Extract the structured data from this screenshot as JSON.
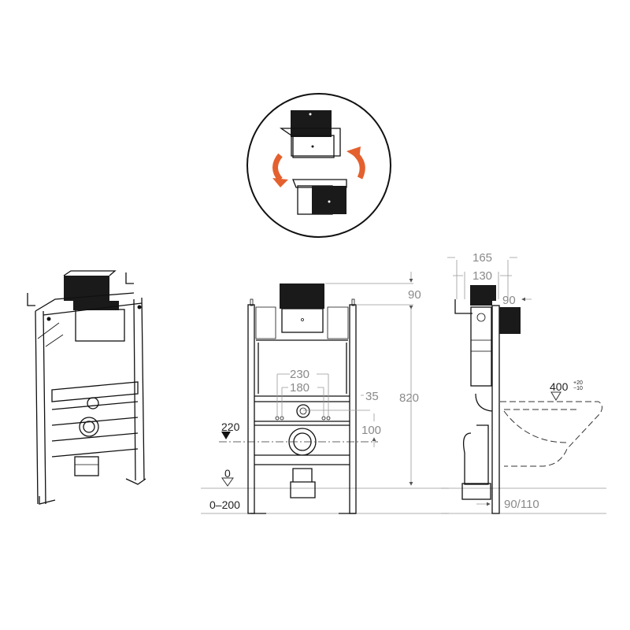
{
  "colors": {
    "arrow": "#e4602e",
    "line": "#111111",
    "dimension": "#8a8a8a"
  },
  "front_view": {
    "dim_top": "90",
    "dim_height": "820",
    "dim_outer": "230",
    "dim_inner": "180",
    "dim_offset": "35",
    "dim_drain": "100",
    "level_drain": "220",
    "level_floor": "0",
    "floor_range": "0–200"
  },
  "side_view": {
    "dim_depth_total": "165",
    "dim_depth_frame": "130",
    "dim_button": "90",
    "seat_height": "400",
    "seat_tol_plus": "+20",
    "seat_tol_minus": "−10",
    "drain_offset": "90/110"
  }
}
